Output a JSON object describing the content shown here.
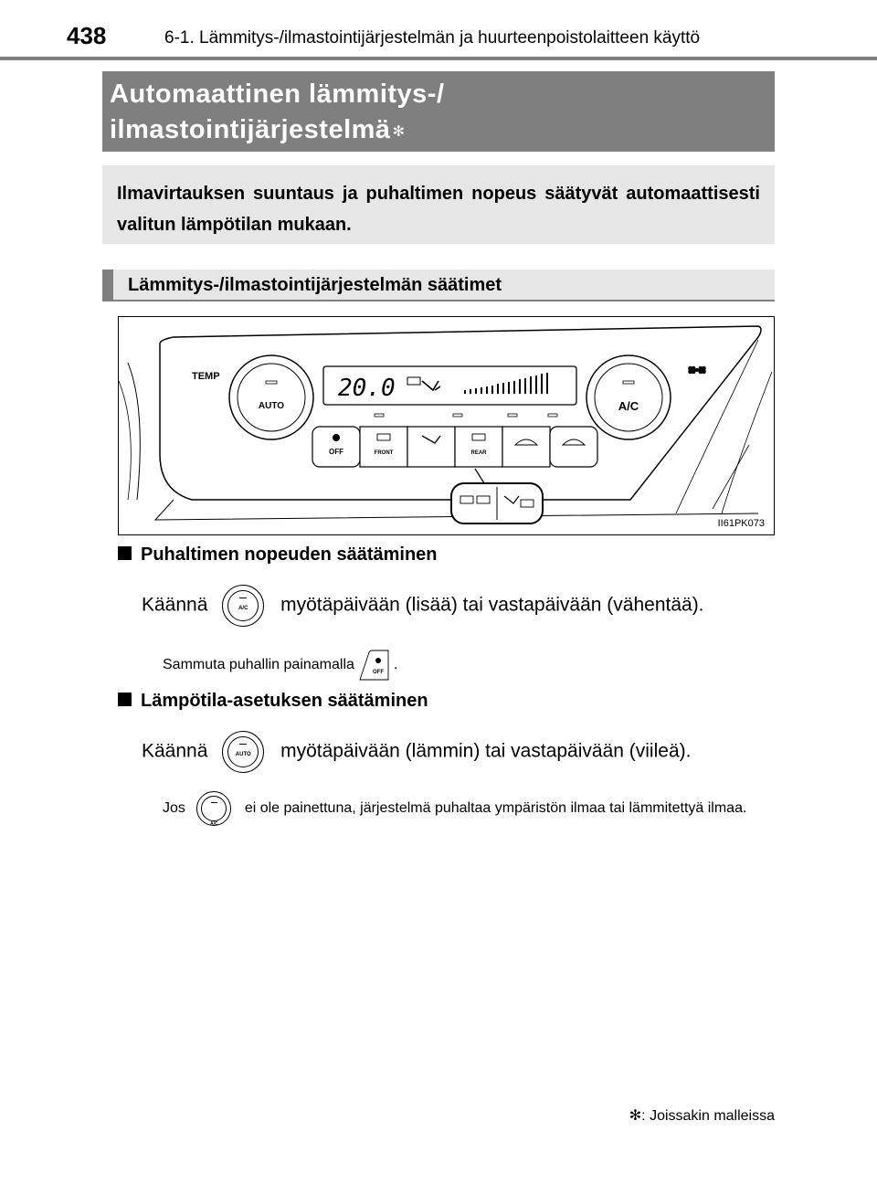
{
  "header": {
    "page_number": "438",
    "running_title": "6-1. Lämmitys-/ilmastointijärjestelmän ja huurteenpoistolaitteen käyttö"
  },
  "title": {
    "line1": "Automaattinen lämmitys-/",
    "line2": "ilmastointijärjestelmä",
    "marker": "✻"
  },
  "intro": {
    "text": "Ilmavirtauksen suuntaus ja puhaltimen nopeus säätyvät automaattisesti valitun lämpötilan mukaan."
  },
  "section": {
    "title": "Lämmitys-/ilmastointijärjestelmän säätimet"
  },
  "figure": {
    "code": "II61PK073",
    "temp_label": "TEMP",
    "auto_label": "AUTO",
    "ac_label": "A/C",
    "display_value": "20.0",
    "buttons": [
      "OFF",
      "FRONT",
      "",
      "REAR",
      "",
      ""
    ]
  },
  "fan_speed": {
    "heading": "Puhaltimen nopeuden säätäminen",
    "line_before": "Käännä",
    "line_after": "myötäpäivään (lisää) tai vastapäivään (vähentää).",
    "note_before": "Sammuta puhallin painamalla",
    "note_after": ".",
    "knob_label": "A/C",
    "off_label": "OFF"
  },
  "temperature": {
    "heading": "Lämpötila-asetuksen säätäminen",
    "line_before": "Käännä",
    "line_after": "myötäpäivään (lämmin) tai vastapäivään (viileä).",
    "knob_label": "AUTO",
    "note_before": "Jos",
    "note_after": "ei ole painettuna, järjestelmä puhaltaa ympäristön ilmaa tai lämmitettyä ilmaa.",
    "note_knob_label": "A/C"
  },
  "footnote": {
    "marker": "✻",
    "text": ": Joissakin malleissa"
  }
}
